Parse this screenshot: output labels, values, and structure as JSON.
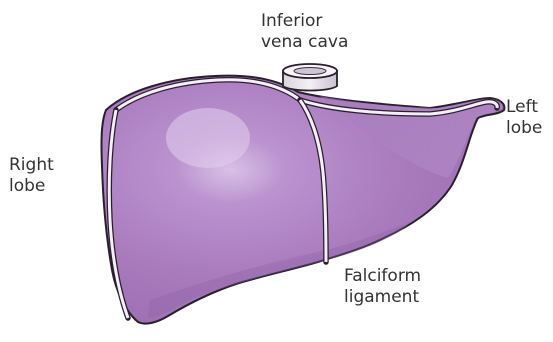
{
  "labels": {
    "ivc": {
      "line1": "Inferior",
      "line2": "vena cava"
    },
    "left_lobe": {
      "line1": "Left",
      "line2": "lobe"
    },
    "right_lobe": {
      "line1": "Right",
      "line2": "lobe"
    },
    "falciform": {
      "line1": "Falciform",
      "line2": "ligament"
    }
  },
  "colors": {
    "liver_fill": "#a97cbe",
    "liver_highlight": "#d6bde3",
    "liver_shadow": "#8a5ea3",
    "outline": "#2a1f2e",
    "ligament": "#f4eef7"
  }
}
